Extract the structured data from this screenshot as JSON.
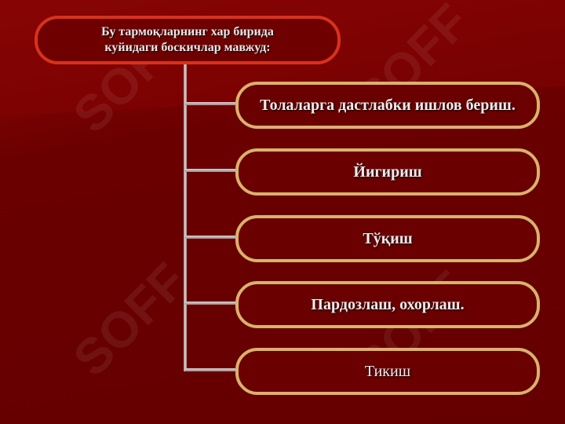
{
  "diagram": {
    "title_lines": [
      "Бу тармоқларнинг хар бирида",
      "куйидаги боскичлар  мавжуд:"
    ],
    "steps": [
      "Толаларга дастлабки ишлов бериш.",
      "Йигириш",
      "Тўқиш",
      "Пардозлаш, охорлаш.",
      "Тикиш"
    ]
  },
  "watermark": "SOFF",
  "colors": {
    "background": "#6a0000",
    "title_border": "#d8321c",
    "step_border": "#d9b26e",
    "connector": "#c8c0c0"
  }
}
